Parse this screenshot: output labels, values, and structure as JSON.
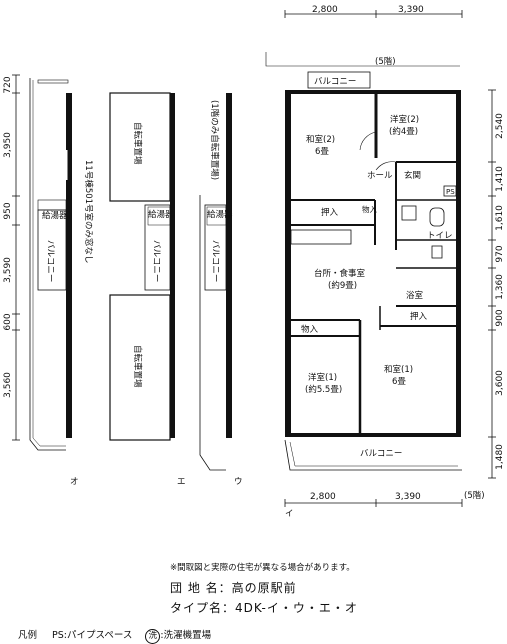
{
  "dimensions": {
    "top": [
      "2,800",
      "3,390"
    ],
    "bottom": [
      "2,800",
      "3,390"
    ],
    "left": [
      "720",
      "3,950",
      "950",
      "3,590",
      "600",
      "3,560"
    ],
    "right": [
      "2,540",
      "1,410",
      "1,610",
      "970",
      "1,360",
      "900",
      "3,600",
      "1,480"
    ]
  },
  "floor_labels": {
    "top": "(5階)",
    "bottom": "(5階)"
  },
  "rooms": {
    "washitsu2": {
      "name": "和室(2)",
      "size": "6畳"
    },
    "yoshitsu2": {
      "name": "洋室(2)",
      "size": "(約4畳)"
    },
    "hall": "ホール",
    "genkan": "玄関",
    "ps": "PS",
    "oshiire_top": "押入",
    "mono_top": "物入",
    "toilet": "トイレ",
    "dk": {
      "name": "台所・食事室",
      "size": "(約9畳)"
    },
    "bath": "浴室",
    "oshiire_mid": "押入",
    "mono_mid": "物入",
    "yoshitsu1": {
      "name": "洋室(1)",
      "size": "(約5.5畳)"
    },
    "washitsu1": {
      "name": "和室(1)",
      "size": "6畳"
    },
    "balcony": "バルコニー"
  },
  "side_units": {
    "bicycle_parking": "自転車置場",
    "water_heater": "給湯器",
    "balcony": "バルコニー",
    "note_11_501": "11号棟501号室のみ窓なし",
    "note_first_floor": "(1階のみ自転車置場)",
    "type_letters": [
      "オ",
      "エ",
      "ウ",
      "イ"
    ]
  },
  "note": "※間取図と実際の住宅が異なる場合があります。",
  "info": {
    "complex_label": "団 地 名：",
    "complex_name": "高の原駅前",
    "type_label": "タイプ名：",
    "type_name": "4DK-イ・ウ・エ・オ"
  },
  "legend": {
    "label": "凡例",
    "ps_text": "PS:パイプスペース",
    "wash_symbol": "洗",
    "wash_text": ":洗濯機置場"
  }
}
